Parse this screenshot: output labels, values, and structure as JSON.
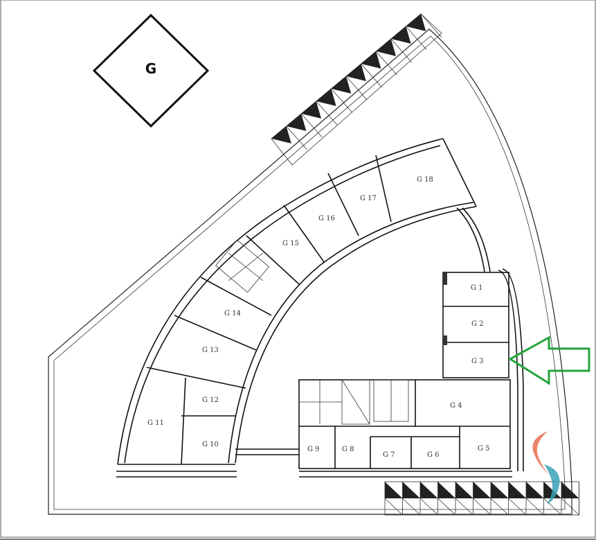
{
  "key_block": {
    "label": "G"
  },
  "rooms": [
    {
      "id": "G1",
      "label": "G 1"
    },
    {
      "id": "G2",
      "label": "G 2"
    },
    {
      "id": "G3",
      "label": "G 3"
    },
    {
      "id": "G4",
      "label": "G 4"
    },
    {
      "id": "G5",
      "label": "G 5"
    },
    {
      "id": "G6",
      "label": "G 6"
    },
    {
      "id": "G7",
      "label": "G 7"
    },
    {
      "id": "G8",
      "label": "G 8"
    },
    {
      "id": "G9",
      "label": "G 9"
    },
    {
      "id": "G10",
      "label": "G 10"
    },
    {
      "id": "G11",
      "label": "G 11"
    },
    {
      "id": "G12",
      "label": "G 12"
    },
    {
      "id": "G13",
      "label": "G 13"
    },
    {
      "id": "G14",
      "label": "G 14"
    },
    {
      "id": "G15",
      "label": "G 15"
    },
    {
      "id": "G16",
      "label": "G 16"
    },
    {
      "id": "G17",
      "label": "G 17"
    },
    {
      "id": "G18",
      "label": "G 18"
    }
  ],
  "colors": {
    "arrow": "#22a33a",
    "logo_orange": "#e8704f",
    "logo_teal": "#3aa3b8"
  },
  "icons": {
    "arrow": "left-arrow-icon",
    "logo": "watermark-logo-icon"
  }
}
